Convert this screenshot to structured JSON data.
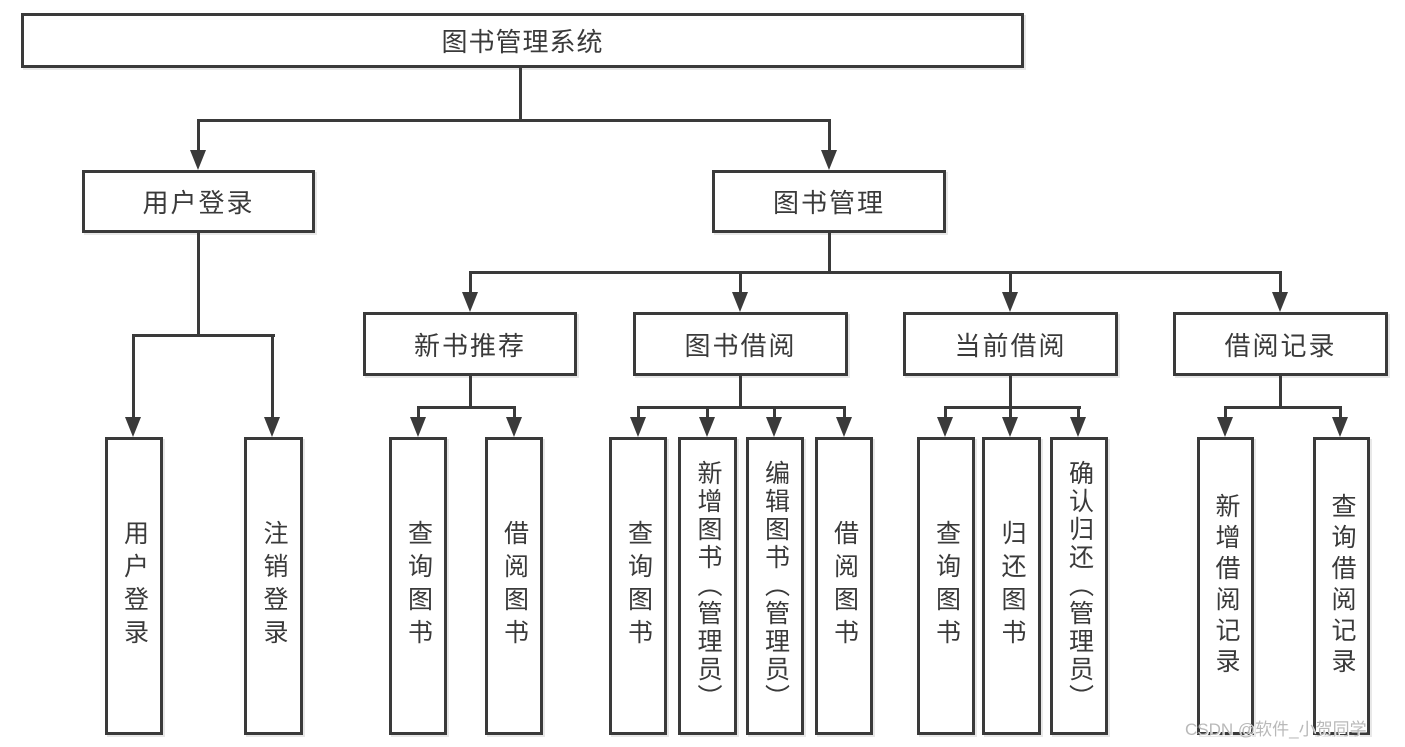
{
  "diagram": {
    "root": {
      "label": "图书管理系统"
    },
    "level2": [
      {
        "label": "用户登录"
      },
      {
        "label": "图书管理"
      }
    ],
    "level3": [
      {
        "label": "新书推荐"
      },
      {
        "label": "图书借阅"
      },
      {
        "label": "当前借阅"
      },
      {
        "label": "借阅记录"
      }
    ],
    "leaves": {
      "user_login": [
        {
          "label": "用户登录"
        },
        {
          "label": "注销登录"
        }
      ],
      "new_books": [
        {
          "label": "查询图书"
        },
        {
          "label": "借阅图书"
        }
      ],
      "book_borrow": [
        {
          "label": "查询图书"
        },
        {
          "label": "新增图书（管理员）"
        },
        {
          "label": "编辑图书（管理员）"
        },
        {
          "label": "借阅图书"
        }
      ],
      "current_borrow": [
        {
          "label": "查询图书"
        },
        {
          "label": "归还图书"
        },
        {
          "label": "确认归还（管理员）"
        }
      ],
      "borrow_records": [
        {
          "label": "新增借阅记录"
        },
        {
          "label": "查询借阅记录"
        }
      ]
    }
  },
  "watermark": {
    "text": "CSDN @软件_小贺同学"
  },
  "colors": {
    "line": "#3a3a3a",
    "text": "#3a3a3a",
    "watermark": "#b9b9b9",
    "background": "#ffffff"
  }
}
